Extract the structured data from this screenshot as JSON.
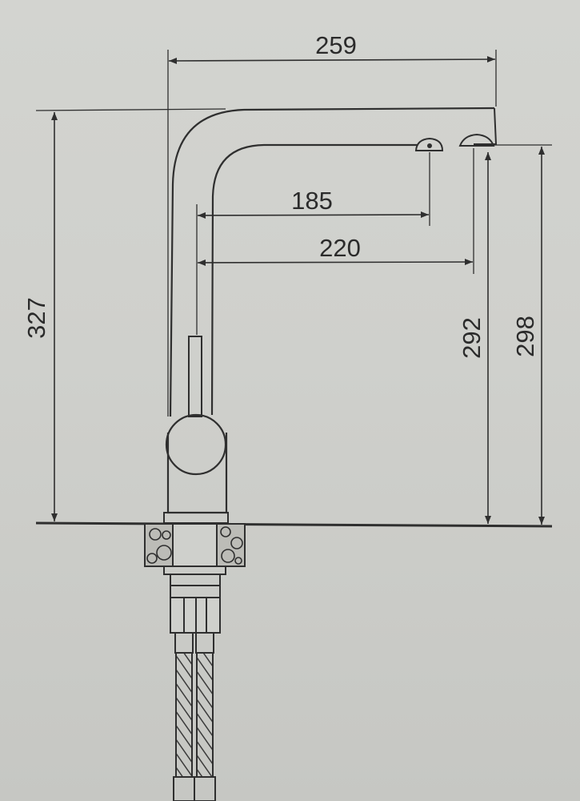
{
  "dimensions": {
    "spout_reach_total": "259",
    "spout_reach_outlet_a": "185",
    "spout_reach_outlet_b": "220",
    "overall_height": "327",
    "outlet_height_a": "292",
    "outlet_height_b": "298"
  },
  "colors": {
    "background": "#d0d1cd",
    "line": "#2f2f2f",
    "text": "#2b2b2b"
  }
}
